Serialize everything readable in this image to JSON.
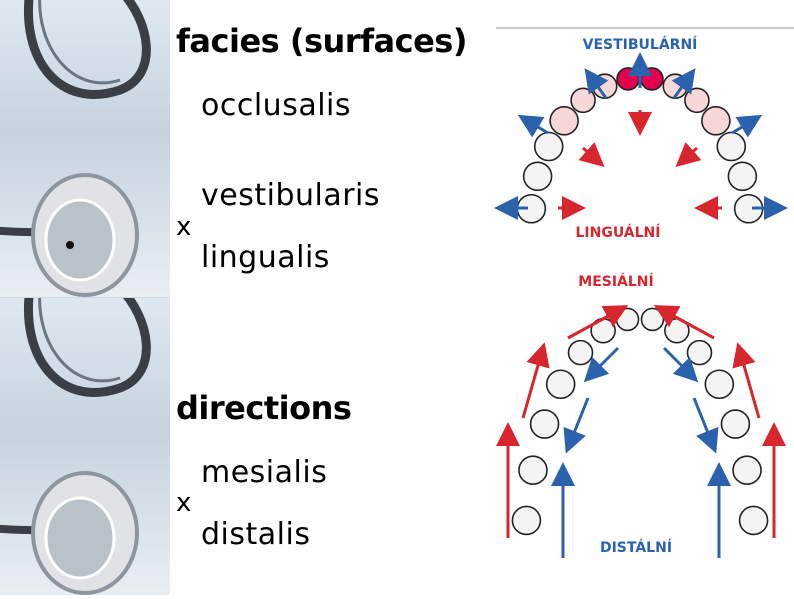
{
  "slide": {
    "section1_title": "facies (surfaces)",
    "section1_terms": [
      "occlusalis",
      "vestibularis",
      "lingualis"
    ],
    "section1_connector": "x",
    "section2_title": "directions",
    "section2_terms": [
      "mesialis",
      "distalis"
    ],
    "section2_connector": "x"
  },
  "diagram": {
    "label_vestibular": "VESTIBULÁRNÍ",
    "label_lingual": "LINGUÁLNÍ",
    "label_mesial": "MESIÁLNÍ",
    "label_distal": "DISTÁLNÍ",
    "colors": {
      "red": "#d8262d",
      "blue": "#2a62ad",
      "tooth_fill": "#f4f4f4",
      "highlight": "#e0004e"
    }
  }
}
